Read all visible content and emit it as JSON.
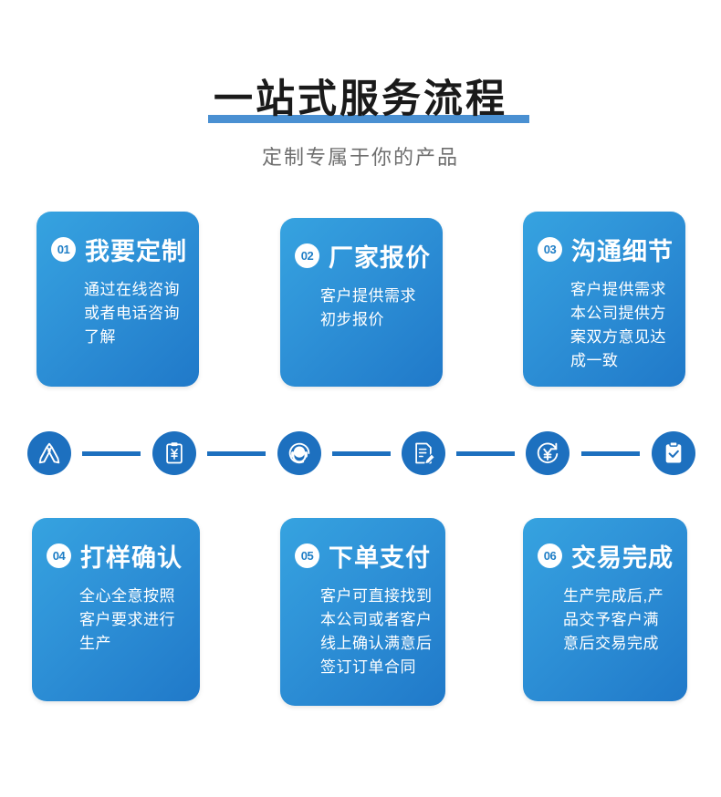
{
  "header": {
    "title": "一站式服务流程",
    "subtitle": "定制专属于你的产品",
    "accent_color": "#1d70bf",
    "underline_color": "#4a90d2",
    "subtitle_color": "#6e6e6e"
  },
  "steps": [
    {
      "number": "01",
      "title": "我要定制",
      "description": "通过在线咨询或者电话咨询了解",
      "icon": "design-pen-icon"
    },
    {
      "number": "02",
      "title": "厂家报价",
      "description": "客户提供需求初步报价",
      "icon": "quote-clipboard-yen-icon"
    },
    {
      "number": "03",
      "title": "沟通细节",
      "description": "客户提供需求本公司提供方案双方意见达成一致",
      "icon": "headset-support-icon"
    },
    {
      "number": "04",
      "title": "打样确认",
      "description": "全心全意按照客户要求进行生产",
      "icon": "document-sign-icon"
    },
    {
      "number": "05",
      "title": "下单支付",
      "description": "客户可直接找到本公司或者客户线上确认满意后签订订单合同",
      "icon": "yen-payment-icon"
    },
    {
      "number": "06",
      "title": "交易完成",
      "description": "生产完成后,产品交予客户满意后交易完成",
      "icon": "clipboard-check-icon"
    }
  ],
  "colors": {
    "card_gradient_start": "#36a3e0",
    "card_gradient_end": "#2079c9",
    "icon_circle": "#1d70bf",
    "connector": "#1d70bf",
    "card_text": "#ffffff",
    "badge_bg": "#ffffff",
    "badge_text": "#1f7ec6",
    "page_background": "#ffffff"
  }
}
